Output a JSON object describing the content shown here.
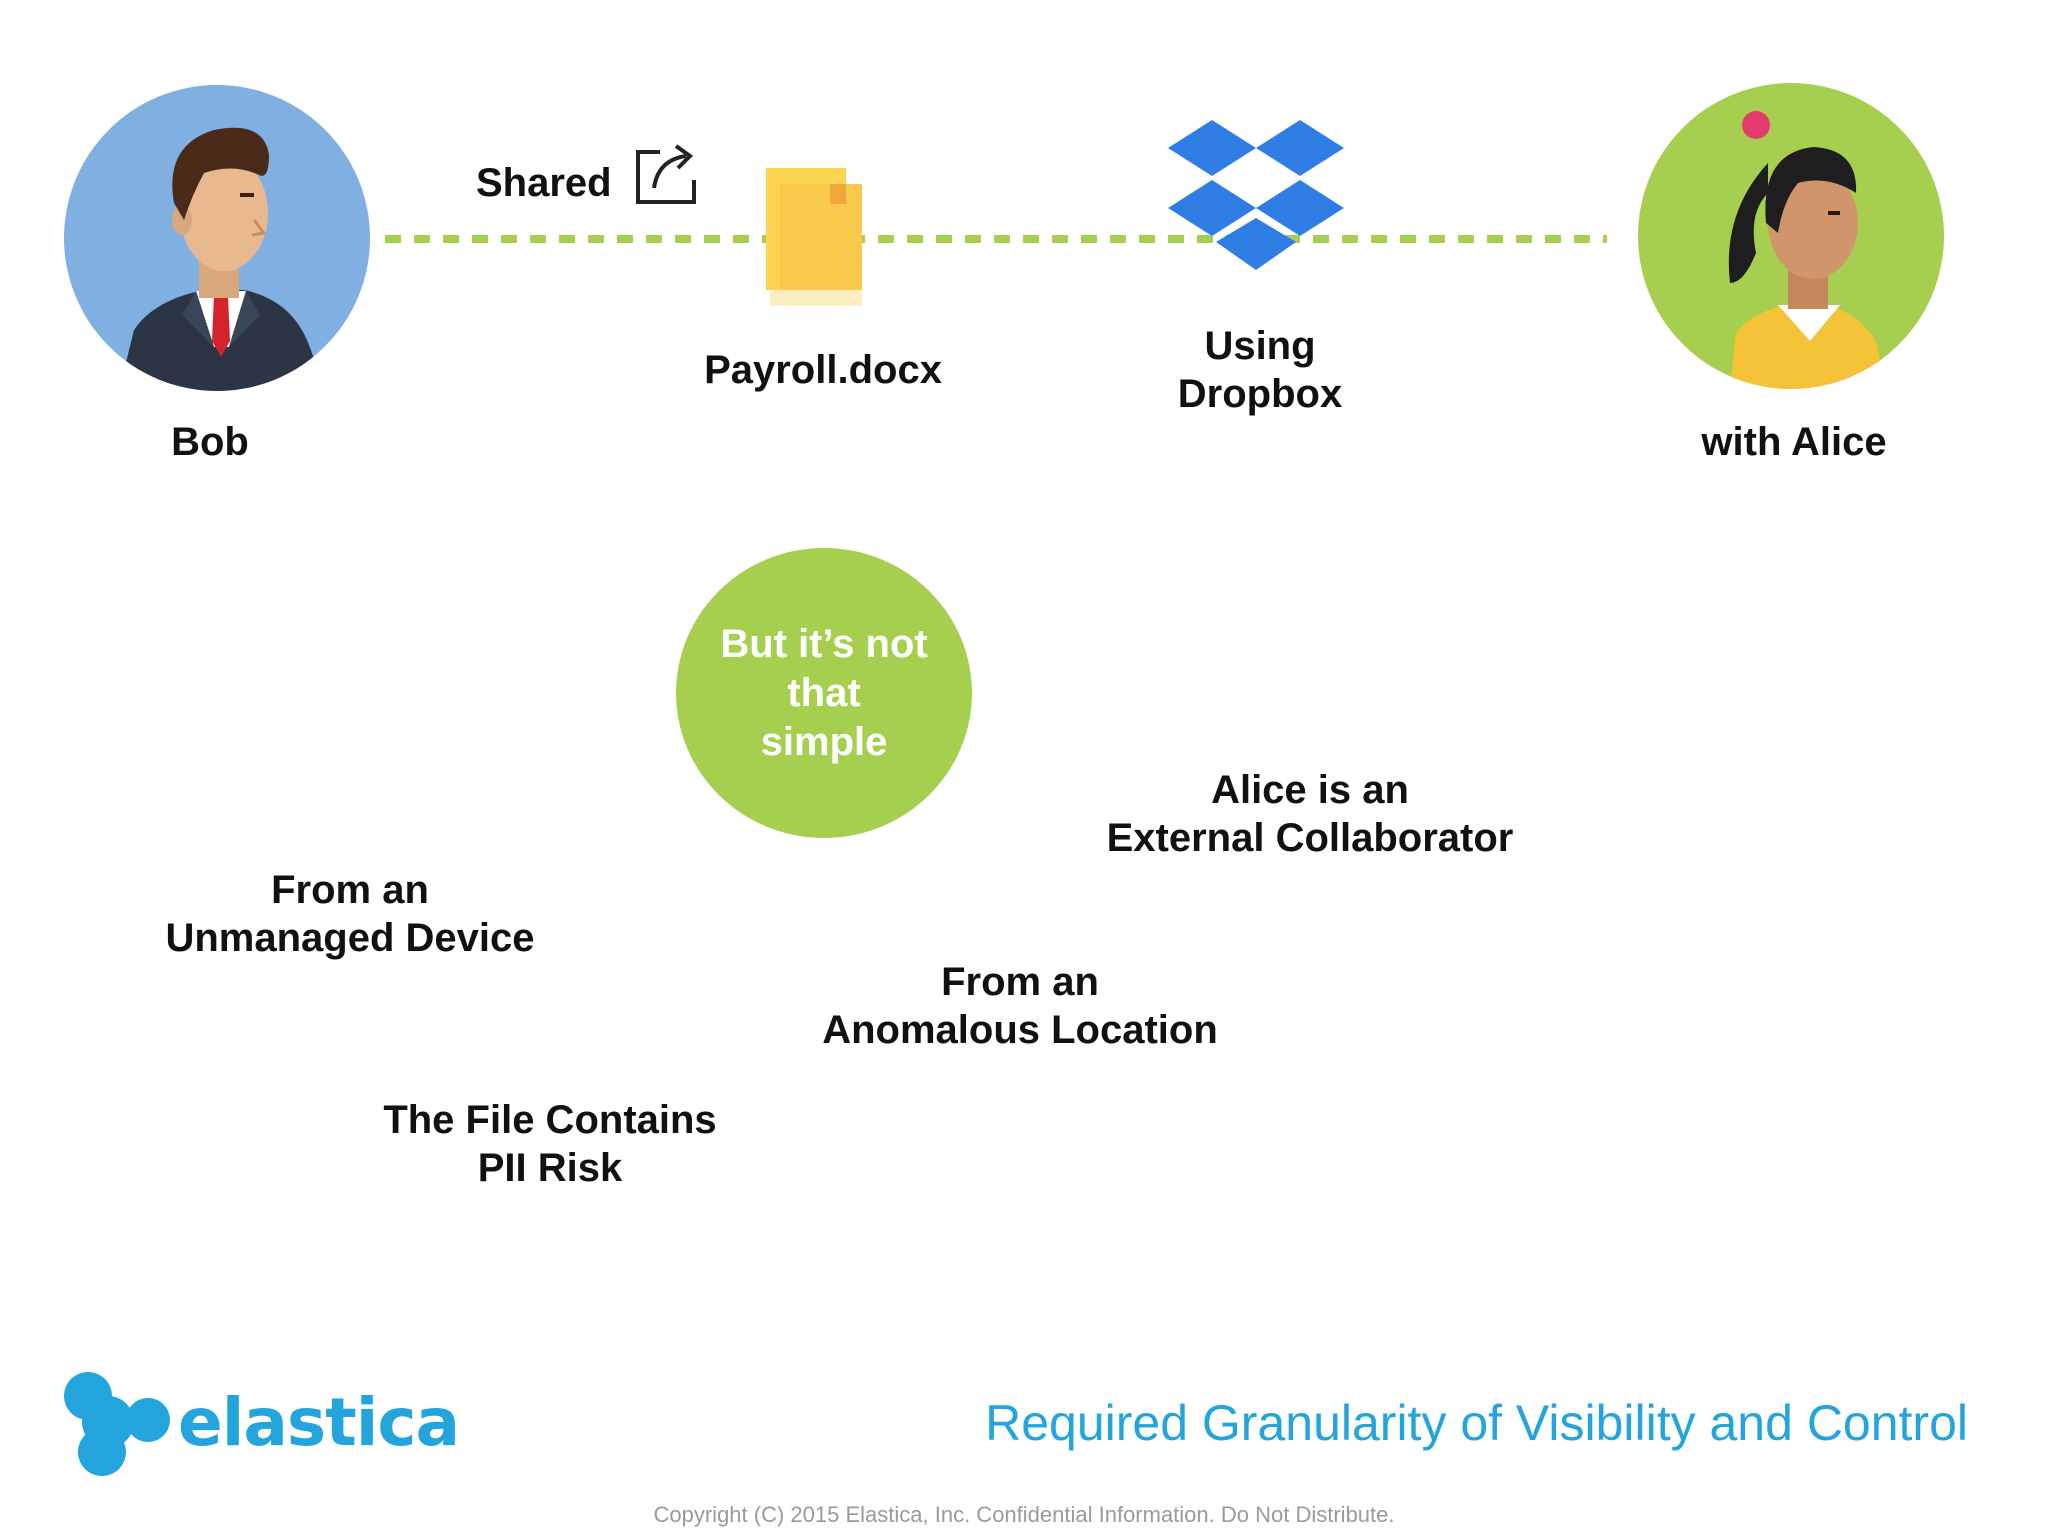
{
  "actors": {
    "sender": "Bob",
    "recipient": "with Alice"
  },
  "share": {
    "action_label": "Shared",
    "file_name": "Payroll.docx",
    "service_lines": [
      "Using",
      "Dropbox"
    ]
  },
  "center_bubble": {
    "lines": [
      "But it’s not",
      "that",
      "simple"
    ]
  },
  "factors": {
    "collaborator": [
      "Alice is an",
      "External Collaborator"
    ],
    "device": [
      "From an",
      "Unmanaged Device"
    ],
    "location": [
      "From an",
      "Anomalous Location"
    ],
    "file_risk": [
      "The File Contains",
      "PII Risk"
    ]
  },
  "footer": {
    "brand": "elastica",
    "title": "Required Granularity of Visibility and Control",
    "copyright": "Copyright (C) 2015 Elastica, Inc.  Confidential Information.  Do Not Distribute."
  },
  "colors": {
    "accent_green": "#a6cf4f",
    "brand_blue": "#23a4dc",
    "dropbox_blue": "#2e7ee6",
    "file_yellow": "#fcd44f"
  }
}
